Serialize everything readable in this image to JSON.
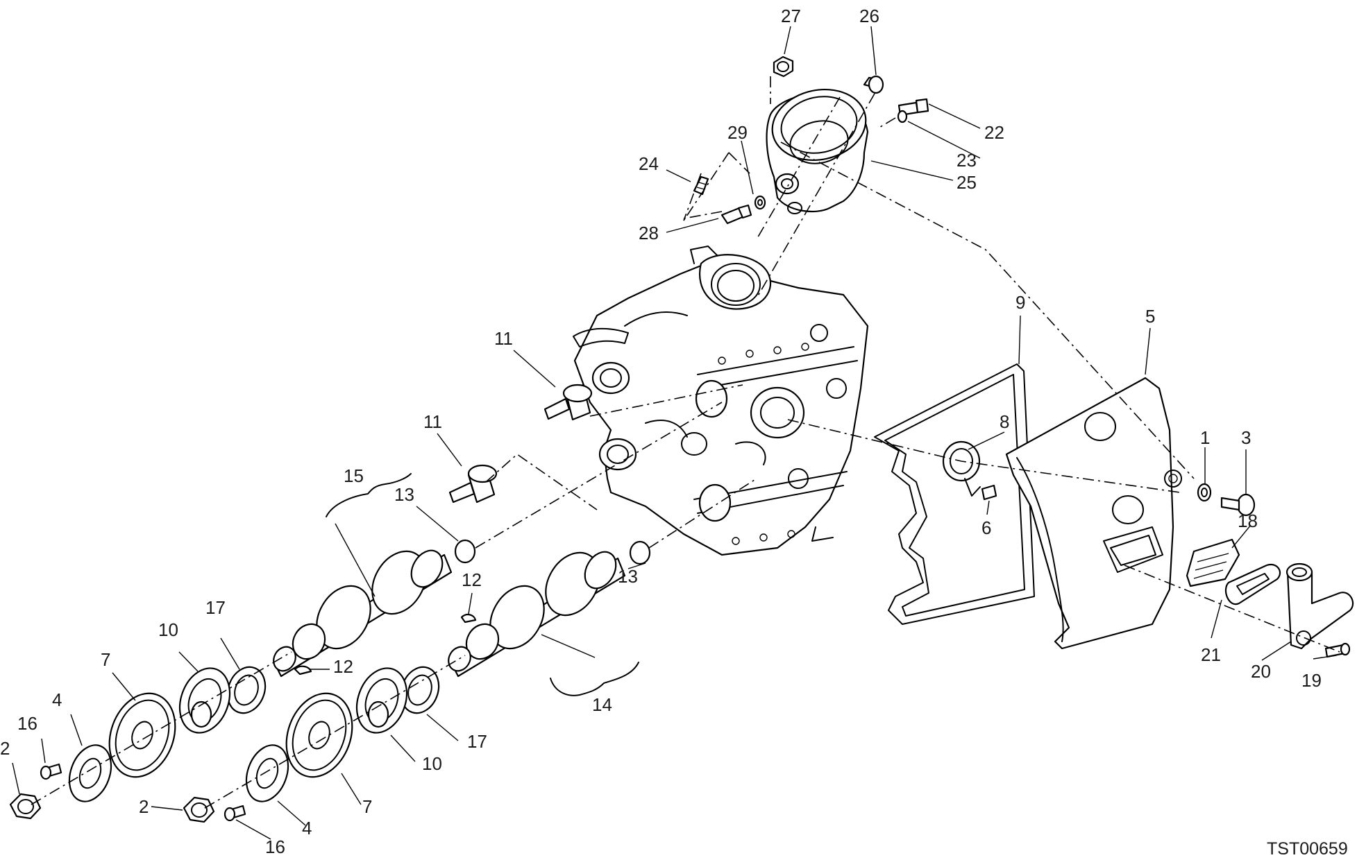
{
  "drawing_ref": "TST00659",
  "callouts": [
    {
      "label": "27"
    },
    {
      "label": "26"
    },
    {
      "label": "22"
    },
    {
      "label": "29"
    },
    {
      "label": "23"
    },
    {
      "label": "24"
    },
    {
      "label": "25"
    },
    {
      "label": "28"
    },
    {
      "label": "9"
    },
    {
      "label": "5"
    },
    {
      "label": "11"
    },
    {
      "label": "8"
    },
    {
      "label": "11"
    },
    {
      "label": "1"
    },
    {
      "label": "3"
    },
    {
      "label": "15"
    },
    {
      "label": "13"
    },
    {
      "label": "6"
    },
    {
      "label": "18"
    },
    {
      "label": "12"
    },
    {
      "label": "17"
    },
    {
      "label": "10"
    },
    {
      "label": "13"
    },
    {
      "label": "7"
    },
    {
      "label": "12"
    },
    {
      "label": "21"
    },
    {
      "label": "20"
    },
    {
      "label": "19"
    },
    {
      "label": "14"
    },
    {
      "label": "16"
    },
    {
      "label": "4"
    },
    {
      "label": "17"
    },
    {
      "label": "2"
    },
    {
      "label": "10"
    },
    {
      "label": "7"
    },
    {
      "label": "2"
    },
    {
      "label": "4"
    },
    {
      "label": "16"
    }
  ]
}
